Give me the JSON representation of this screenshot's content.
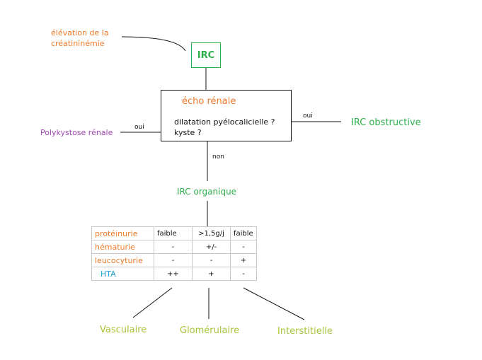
{
  "nodes": {
    "elevation": "élévation de la",
    "elevation2": "créatininémie",
    "irc": "IRC",
    "echo_title": "écho rénale",
    "echo_q1": "dilatation pyélocalicielle ?",
    "echo_q2": "kyste ?",
    "polykystose": "Polykystose rénale",
    "irc_obstructive": "IRC obstructive",
    "irc_organique": "IRC organique",
    "vasculaire": "Vasculaire",
    "glomerulaire": "Glomérulaire",
    "interstitielle": "Interstitielle"
  },
  "edges": {
    "oui_left": "oui",
    "oui_right": "oui",
    "non": "non"
  },
  "table": {
    "rows": [
      {
        "label": "protéinurie",
        "c1": "faible",
        "c2": ">1,5g/j",
        "c3": "faible"
      },
      {
        "label": "hématurie",
        "c1": "-",
        "c2": "+/-",
        "c3": "-"
      },
      {
        "label": "leucocyturie",
        "c1": "-",
        "c2": "-",
        "c3": "+"
      },
      {
        "label": "HTA",
        "c1": "++",
        "c2": "+",
        "c3": "-"
      }
    ]
  },
  "colors": {
    "orange": "#ee7a2a",
    "green": "#2fae4c",
    "purple": "#a048b0",
    "lime": "#a8c43a",
    "blue": "#1e9fd8"
  }
}
